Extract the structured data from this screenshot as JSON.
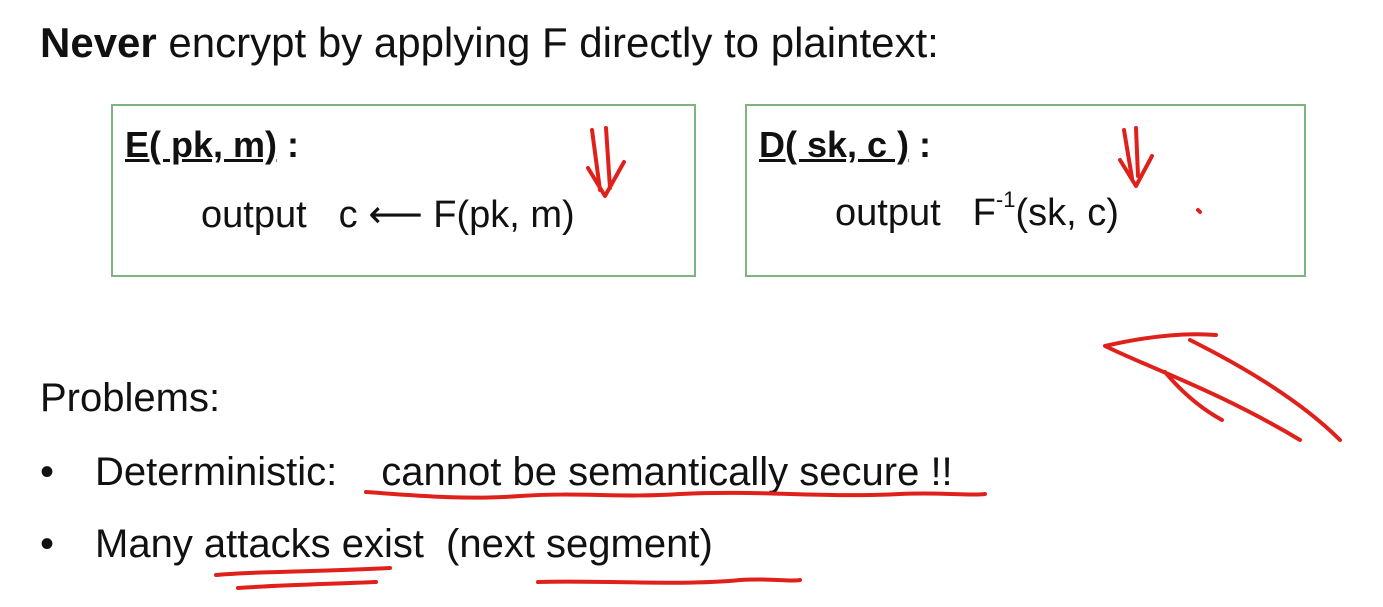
{
  "title": {
    "bold": "Never",
    "rest": " encrypt by applying F directly to plaintext:"
  },
  "encrypt_box": {
    "head": "E( pk, m)",
    "head_colon": " :",
    "output_word": "output",
    "formula": "c ⟵ F(pk, m)"
  },
  "decrypt_box": {
    "head": "D( sk,  c )",
    "head_colon": " :",
    "output_word": "output",
    "f": "F",
    "f_sup": "-1",
    "args": "(sk, c)"
  },
  "problems": {
    "heading": "Problems:",
    "bullet": "•",
    "item1_label": "Deterministic:",
    "item1_text": "cannot be semantically secure !!",
    "item2_label": "Many attacks exist",
    "item2_note": "(next segment)"
  },
  "colors": {
    "box_border": "#7fb37f",
    "annotation": "#e0201a",
    "text": "#111111"
  }
}
